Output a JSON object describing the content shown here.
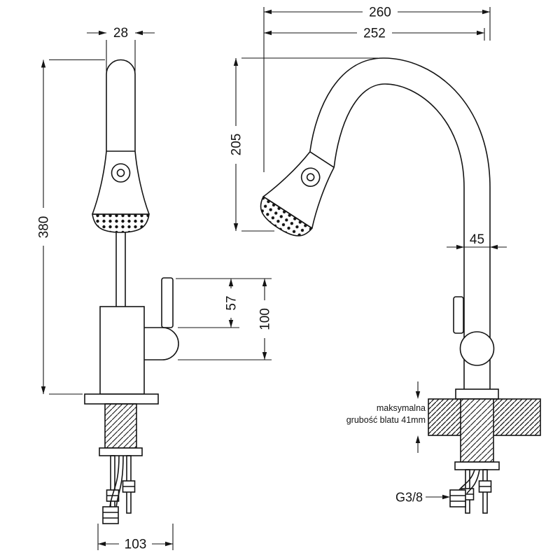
{
  "drawing": {
    "front_view": {
      "dim_spout_width": "28",
      "dim_total_height": "380",
      "dim_handle_height": "57",
      "dim_handle_assembly_height": "100",
      "dim_base_span": "103"
    },
    "side_view": {
      "dim_overall_reach": "260",
      "dim_spout_reach": "252",
      "dim_spout_clearance": "205",
      "dim_body_depth": "45",
      "counter_note_line1": "maksymalna",
      "counter_note_line2": "grubość blatu 41mm",
      "thread_label": "G3/8"
    }
  }
}
